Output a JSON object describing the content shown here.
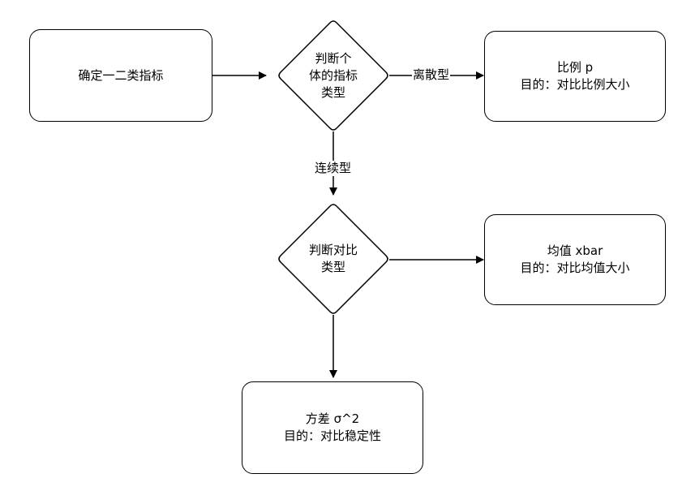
{
  "nodes": {
    "start": {
      "text": "确定一二类指标"
    },
    "decision_type": {
      "lines": [
        "判断个",
        "体的指标",
        "类型"
      ]
    },
    "proportion": {
      "lines": [
        "比例 p",
        "目的：对比比例大小"
      ]
    },
    "decision_compare": {
      "lines": [
        "判断对比",
        "类型"
      ]
    },
    "mean": {
      "lines": [
        "均值 xbar",
        "目的：对比均值大小"
      ]
    },
    "variance": {
      "lines": [
        "方差 σ^2",
        "目的：对比稳定性"
      ]
    }
  },
  "edges": {
    "discrete_label": "离散型",
    "continuous_label": "连续型"
  },
  "colors": {
    "stroke": "#000000",
    "fill": "#ffffff"
  }
}
